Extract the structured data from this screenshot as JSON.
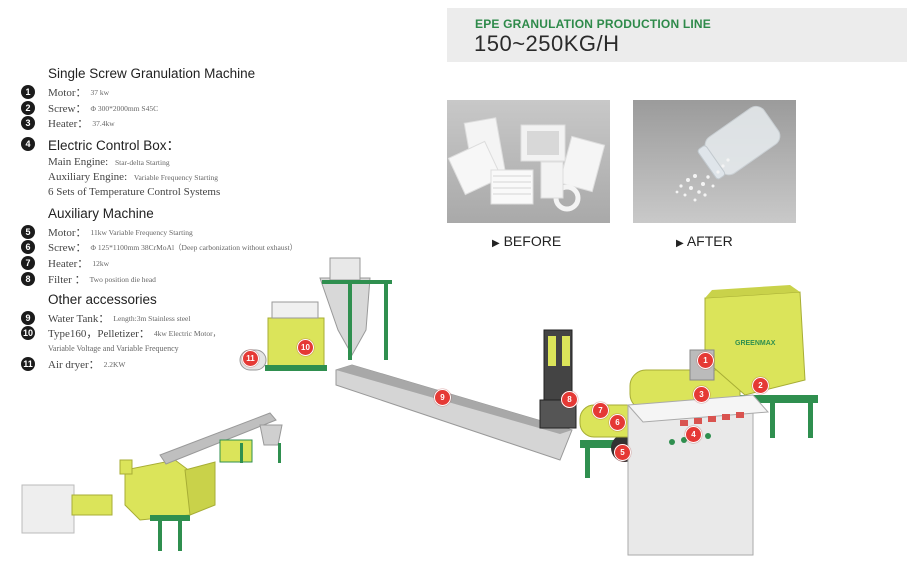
{
  "banner": {
    "line_name": "EPE GRANULATION PRODUCTION LINE",
    "capacity": "150~250KG/H"
  },
  "sections": [
    {
      "title": "Single Screw Granulation Machine"
    },
    {
      "title": "Electric Control Box："
    },
    {
      "title": "Auxiliary Machine"
    },
    {
      "title": "Other accessories"
    }
  ],
  "items": [
    {
      "num": "1",
      "label": "Motor：",
      "value": "37 kw"
    },
    {
      "num": "2",
      "label": "Screw：",
      "value": "Φ 300*2000mm  S45C"
    },
    {
      "num": "3",
      "label": "Heater：",
      "value": "37.4kw"
    },
    {
      "num": "4",
      "label": "Electric Control Box："
    },
    {
      "num": "5",
      "label": "Motor：",
      "value": "11kw   Variable Frequency Starting"
    },
    {
      "num": "6",
      "label": "Screw：",
      "value": "Φ 125*1100mm  38CrMoAl（Deep carbonization without exhaust）"
    },
    {
      "num": "7",
      "label": "Heater：",
      "value": "12kw"
    },
    {
      "num": "8",
      "label": "Filter ：",
      "value": "Two position die head"
    },
    {
      "num": "9",
      "label": "Water Tank：",
      "value": "Length:3m    Stainless steel"
    },
    {
      "num": "10",
      "label": "Type160，Pelletizer：",
      "value": "4kw  Electric Motor，"
    },
    {
      "num": "11",
      "label": "Air dryer：",
      "value": "2.2KW"
    }
  ],
  "control_box_lines": [
    {
      "label": "Main Engine: ",
      "value": "Star-delta Starting"
    },
    {
      "label": "Auxiliary Engine: ",
      "value": "Variable Frequency Starting"
    },
    {
      "label": "6 Sets of Temperature Control Systems",
      "value": ""
    }
  ],
  "pelletizer_extra": "Variable Voltage and Variable Frequency",
  "before_after": {
    "before": "BEFORE",
    "after": "AFTER"
  },
  "machine_markers": [
    "1",
    "2",
    "3",
    "4",
    "5",
    "6",
    "7",
    "8",
    "9",
    "10",
    "11"
  ],
  "colors": {
    "machine_yellow": "#dbe45a",
    "frame_green": "#2f8f4f",
    "marker_red": "#e53935",
    "banner_green": "#2e8a4a",
    "brand_logo_text": "GREENMAX"
  }
}
